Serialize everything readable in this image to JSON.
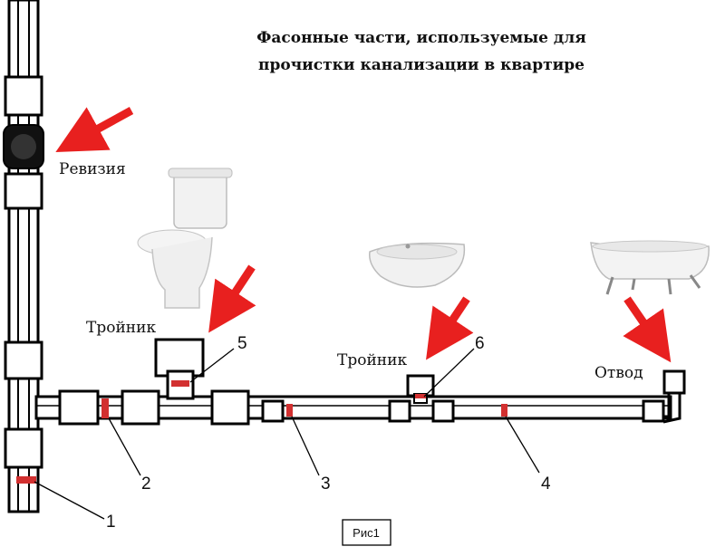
{
  "title_line1": "Фасонные части, используемые для",
  "title_line2": "прочистки канализации в квартире",
  "labels": {
    "revision": "Ревизия",
    "tee_left": "Тройник",
    "tee_right": "Тройник",
    "bend": "Отвод"
  },
  "numbers": [
    "1",
    "2",
    "3",
    "4",
    "5",
    "6"
  ],
  "caption": "Рис1",
  "colors": {
    "arrow": "#e8201f",
    "marker": "#d23030",
    "pipe": "#000000"
  }
}
